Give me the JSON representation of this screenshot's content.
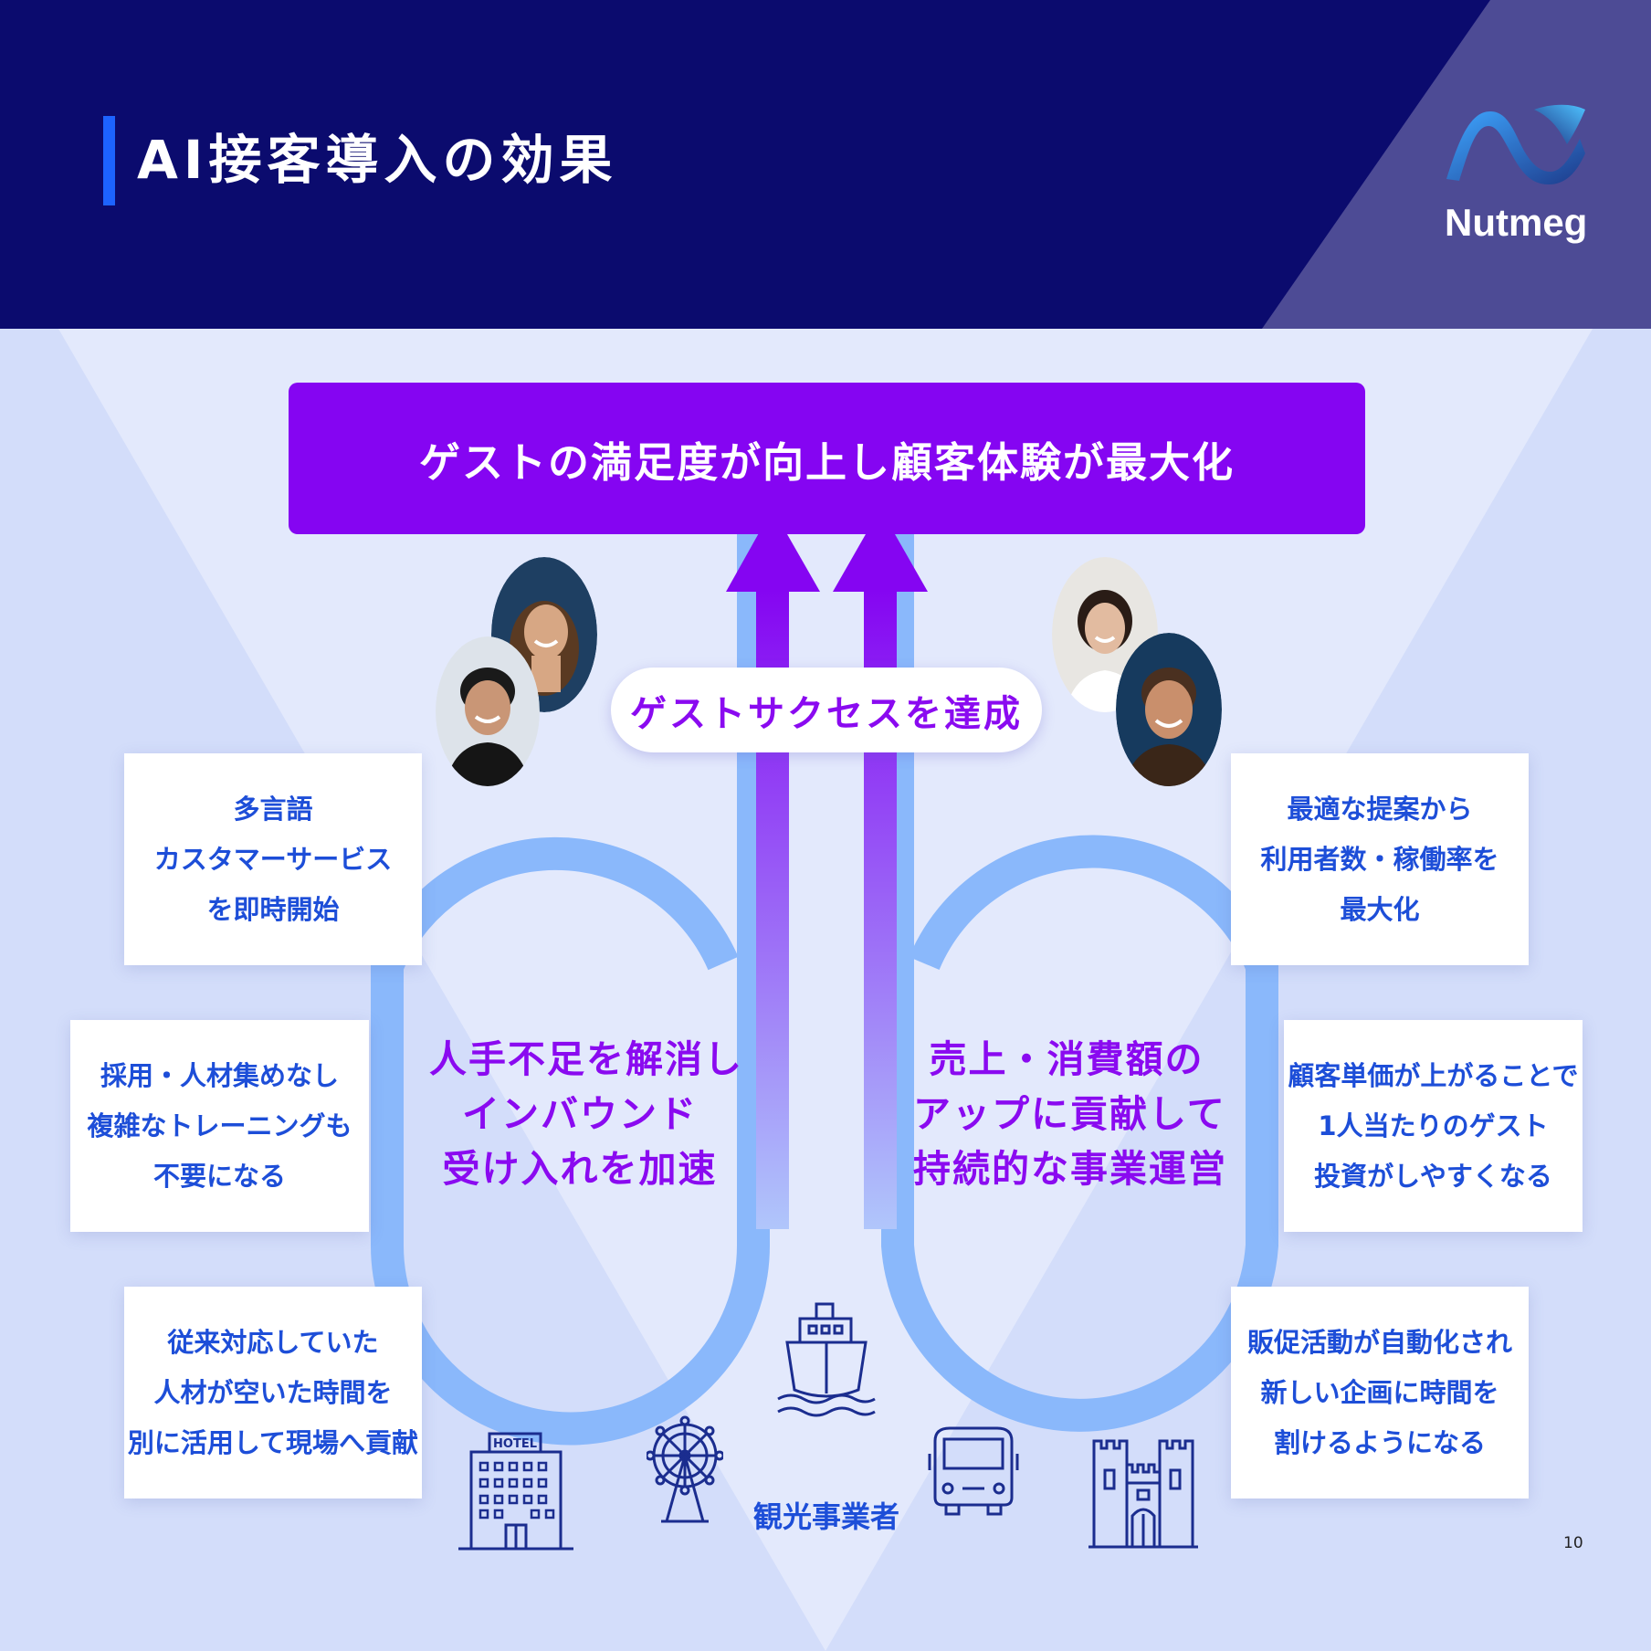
{
  "header": {
    "title": "AI接客導入の効果",
    "logo_text": "Nutmeg",
    "colors": {
      "background": "#0b0b6e",
      "corner": "#4d4b95",
      "accent_bar": "#1d63ff"
    }
  },
  "headline": {
    "text": "ゲストの満足度が向上し顧客体験が最大化",
    "color": "#8505f2"
  },
  "center_pill": {
    "text": "ゲストサクセスを達成"
  },
  "left_loop": {
    "lines": [
      "人手不足を解消し",
      "インバウンド",
      "受け入れを加速"
    ]
  },
  "right_loop": {
    "lines": [
      "売上・消費額の",
      "アップに貢献して",
      "持続的な事業運営"
    ]
  },
  "left_cards": [
    {
      "lines": [
        "多言語",
        "カスタマーサービス",
        "を即時開始"
      ]
    },
    {
      "lines": [
        "採用・人材集めなし",
        "複雑なトレーニングも",
        "不要になる"
      ]
    },
    {
      "lines": [
        "従来対応していた",
        "人材が空いた時間を",
        "別に活用して現場へ貢献"
      ]
    }
  ],
  "right_cards": [
    {
      "lines": [
        "最適な提案から",
        "利用者数・稼働率を",
        "最大化"
      ]
    },
    {
      "lines": [
        "顧客単価が上がることで",
        "1人当たりのゲスト",
        "投資がしやすくなる"
      ]
    },
    {
      "lines": [
        "販促活動が自動化され",
        "新しい企画に時間を",
        "割けるようになる"
      ]
    }
  ],
  "icons": [
    "hotel-icon",
    "ferris-wheel-icon",
    "ship-icon",
    "bus-icon",
    "castle-icon"
  ],
  "hotel_sign": "HOTEL",
  "business_label": "観光事業者",
  "page_number": "10",
  "theme_colors": {
    "purple": "#8a0af0",
    "blue_text": "#1d4ed8",
    "loop_blue": "#8ab8fb"
  }
}
